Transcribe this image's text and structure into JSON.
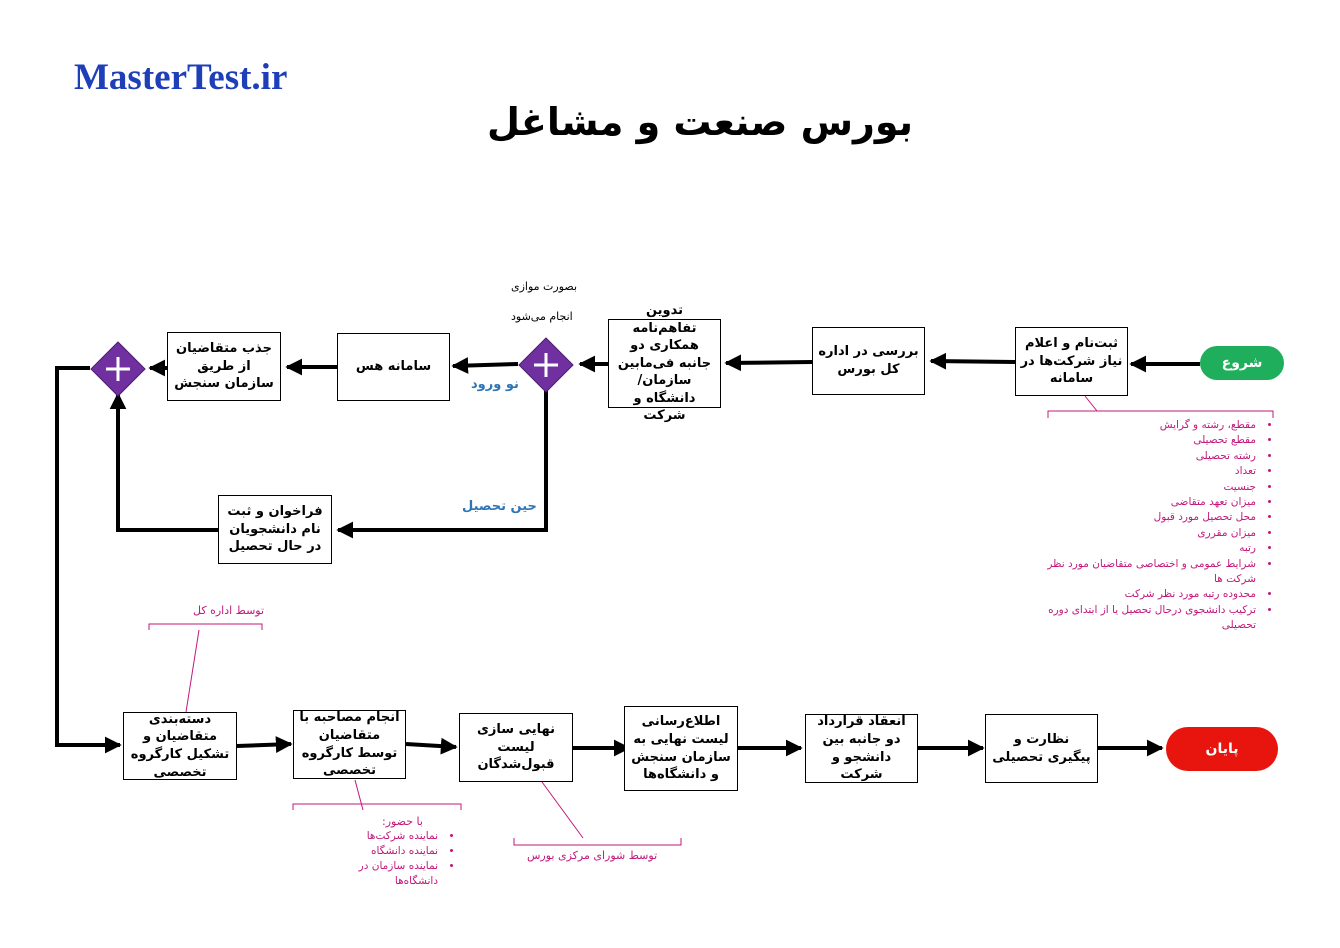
{
  "logo": "MasterTest.ir",
  "title": "بورس صنعت و مشاغل",
  "nodes": {
    "start": "شروع",
    "register": "ثبت‌نام و اعلام نیاز شرکت‌ها در سامانه",
    "review": "بررسی در اداره کل بورس",
    "mou": "تدوین تفاهم‌نامه همکاری دو جانبه فی‌مابین سازمان/ دانشگاه و شرکت",
    "hes": "سامانه هس",
    "attract": "جذب متقاضیان از طریق سازمان سنجش",
    "call": "فراخوان و ثبت نام دانشجویان در حال تحصیل",
    "categorize": "دسته‌بندی متقاضیان و تشکیل کارگروه تخصصی",
    "interview": "انجام مصاحبه با متقاضیان توسط کارگروه تخصصی",
    "finalize": "نهایی سازی لیست قبول‌شدگان",
    "inform": "اطلاع‌رسانی لیست نهایی به سازمان سنجش و دانشگاه‌ها",
    "contract": "انعقاد قرارداد دو جانبه بین دانشجو و شرکت",
    "supervise": "نظارت و پیگیری تحصیلی",
    "end": "پایان"
  },
  "labels": {
    "parallel_line1": "بصورت موازی",
    "parallel_line2": "انجام می‌شود",
    "new_entry": "نو ورود",
    "in_study": "حین تحصیل"
  },
  "notes": {
    "by_general_office": "توسط اداره کل",
    "by_central_council": "توسط شورای مرکزی بورس",
    "presence_title": "با حضور:",
    "presence_items": [
      "نماینده شرکت‌ها",
      "نماینده دانشگاه",
      "نماینده سازمان در دانشگاه‌ها"
    ],
    "criteria": [
      "مقطع، رشته و گرایش",
      "مقطع تحصیلی",
      "رشته تحصیلی",
      "تعداد",
      "جنسیت",
      "میزان تعهد متقاضی",
      "محل تحصیل مورد قبول",
      "میزان مقرری",
      "رتبه",
      "شرایط عمومی و اختصاصی متقاضیان مورد نظر شرکت ها",
      "محدوده رتبه مورد نظر شرکت",
      "ترکیب دانشجوی درحال تحصیل یا از ابتدای دوره تحصیلی"
    ]
  },
  "colors": {
    "start": "#1fae5b",
    "end": "#e8150e",
    "gateway": "#7030a0",
    "annotation": "#c2187a",
    "branch_label": "#2e75b6",
    "logo": "#1f3fb8"
  }
}
